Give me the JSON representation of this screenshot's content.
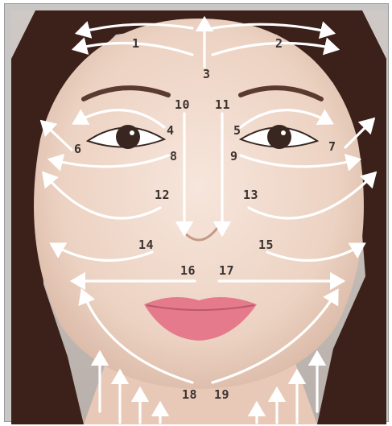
{
  "labels": {
    "l1": "1",
    "l2": "2",
    "l3": "3",
    "l4": "4",
    "l5": "5",
    "l6": "6",
    "l7": "7",
    "l8": "8",
    "l9": "9",
    "l10": "10",
    "l11": "11",
    "l12": "12",
    "l13": "13",
    "l14": "14",
    "l15": "15",
    "l16": "16",
    "l17": "17",
    "l18": "18",
    "l19": "19"
  },
  "colors": {
    "frame_border": "#9a9a9a",
    "skin": "#f0d9cb",
    "hair": "#3a2018",
    "arrow": "#ffffff",
    "label": "#3b3330",
    "lips": "#e57a8c"
  }
}
